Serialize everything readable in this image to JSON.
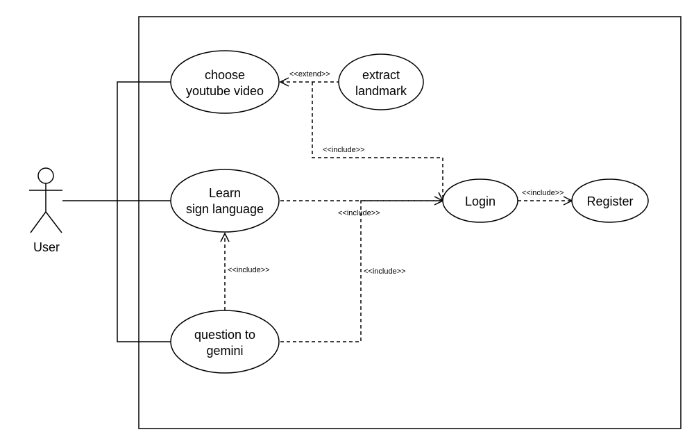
{
  "diagram": {
    "actor": {
      "name": "User"
    },
    "use_cases": {
      "choose_video": {
        "line1": "choose",
        "line2": "youtube video"
      },
      "extract_landmark": {
        "line1": "extract",
        "line2": "landmark"
      },
      "learn_sign": {
        "line1": "Learn",
        "line2": "sign language"
      },
      "question_gemini": {
        "line1": "question to",
        "line2": "gemini"
      },
      "login": {
        "label": "Login"
      },
      "register": {
        "label": "Register"
      }
    },
    "relations": {
      "extend": "<<extend>>",
      "include_choose_login": "<<include>>",
      "include_learn_login": "<<include>>",
      "include_question_learn": "<<include>>",
      "include_question_login": "<<include>>",
      "include_login_register": "<<include>>"
    }
  }
}
